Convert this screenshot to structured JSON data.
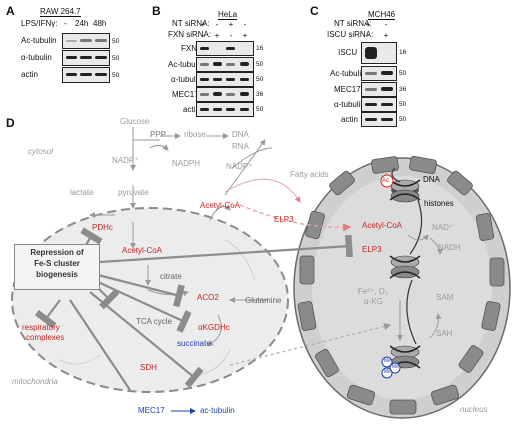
{
  "panel_a": {
    "letter": "A",
    "cell_line": "RAW 264.7",
    "condition_label": "LPS/IFNγ:",
    "lanes": [
      "-",
      "24h",
      "48h"
    ],
    "rows": [
      "Ac-tubulin",
      "α-tubulin",
      "actin"
    ],
    "mw": [
      "50",
      "50",
      "50"
    ]
  },
  "panel_b": {
    "letter": "B",
    "cell_line": "HeLa",
    "cond1_label": "NT siRNA:",
    "cond1": [
      "+",
      "-",
      "+",
      "-"
    ],
    "cond2_label": "FXN siRNA:",
    "cond2": [
      "-",
      "+",
      "-",
      "+"
    ],
    "rows": [
      "FXN",
      "Ac-tubulin",
      "α-tubulin",
      "MEC17",
      "actin"
    ],
    "mw": [
      "16",
      "50",
      "50",
      "36",
      "50"
    ]
  },
  "panel_c": {
    "letter": "C",
    "cell_line": "MCH46",
    "cond1_label": "NT siRNA:",
    "cond1": [
      "+",
      "-"
    ],
    "cond2_label": "ISCU siRNA:",
    "cond2": [
      "-",
      "+"
    ],
    "rows": [
      "ISCU",
      "Ac-tubulin",
      "MEC17",
      "α-tubulin",
      "actin"
    ],
    "mw": [
      "16",
      "50",
      "36",
      "50",
      "50"
    ]
  },
  "panel_d": {
    "letter": "D",
    "cytosol": {
      "label": "cytosol",
      "glucose": "Glucose",
      "ppp": "PPP",
      "ribose": "ribose",
      "dna": "DNA",
      "rna": "RNA",
      "nadp_plus": "NADP⁺",
      "nadph": "NADPH",
      "nadp_plus2": "NADP⁺",
      "fatty_acids": "Fatty acids",
      "lactate": "lactate",
      "pyruvate": "pyruvate",
      "acetyl_coa": "Acetyl-CoA",
      "elp3": "ELP3",
      "glutamine": "Glutamine"
    },
    "mito": {
      "label": "mitochondria",
      "box_text": [
        "Repression of",
        "Fe-S cluster",
        "biogenesis"
      ],
      "pdhc": "PDHc",
      "acetyl_coa": "Acetyl-CoA",
      "citrate": "citrate",
      "aco2": "ACO2",
      "tca": "TCA cycle",
      "akgdhc": "αKGDHc",
      "succinate": "succinate",
      "sdh": "SDH",
      "resp": [
        "respiratory",
        "complexes"
      ]
    },
    "bottom": {
      "mec17": "MEC17",
      "ac_tubulin": "ac-tubulin"
    },
    "nucleus": {
      "label": "nucleus",
      "dna": "DNA",
      "histones": "histones",
      "ac": "Ac",
      "acetyl_coa": "Acetyl-CoA",
      "nad_plus": "NAD⁺",
      "nadh": "NADH",
      "elp3": "ELP3",
      "fe": "Fe²⁺, O₂",
      "akg": "α-KG",
      "sam": "SAM",
      "sah": "SAH",
      "me": "Me"
    },
    "colors": {
      "red": "#cc1f1f",
      "blue": "#1f3fae",
      "gray": "#9a9a9a",
      "dark": "#222222"
    }
  }
}
